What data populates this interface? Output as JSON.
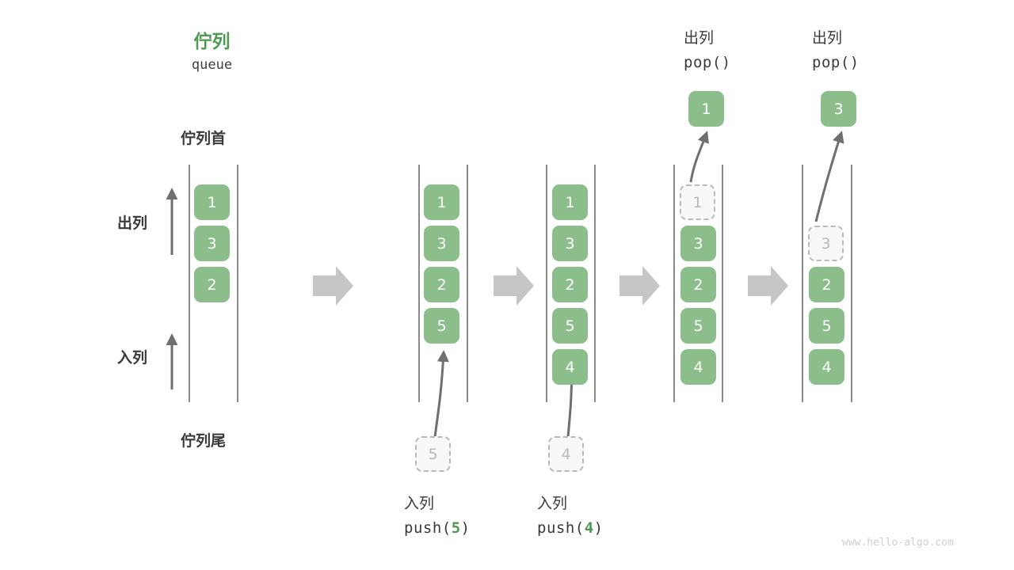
{
  "title": {
    "zh": "佇列",
    "en": "queue"
  },
  "labels": {
    "head": "佇列首",
    "tail": "佇列尾",
    "dequeue": "出列",
    "enqueue": "入列"
  },
  "watermark": "www.hello-algo.com",
  "colors": {
    "accent_green": "#8cbe8c",
    "title_green": "#4e9a53",
    "ghost_gray": "#b9b9b9",
    "arrow_gray": "#808080",
    "block_arrow": "#c6c6c6",
    "rail": "#4a4a4a"
  },
  "stages": [
    {
      "id": "initial",
      "caption_zh": "",
      "caption_code": "",
      "cells": [
        "1",
        "3",
        "2"
      ],
      "ghost_top_index": -1
    },
    {
      "id": "push-5",
      "caption_zh": "入列",
      "caption_code_prefix": "push(",
      "caption_code_value": "5",
      "caption_code_suffix": ")",
      "cells": [
        "1",
        "3",
        "2",
        "5"
      ],
      "incoming_ghost": "5"
    },
    {
      "id": "push-4",
      "caption_zh": "入列",
      "caption_code_prefix": "push(",
      "caption_code_value": "4",
      "caption_code_suffix": ")",
      "cells": [
        "1",
        "3",
        "2",
        "5",
        "4"
      ],
      "incoming_ghost": "4"
    },
    {
      "id": "pop-1",
      "caption_zh": "出列",
      "caption_code": "pop()",
      "popped": "1",
      "ghost_cell": "1",
      "cells": [
        "3",
        "2",
        "5",
        "4"
      ]
    },
    {
      "id": "pop-3",
      "caption_zh": "出列",
      "caption_code": "pop()",
      "popped": "3",
      "ghost_cell": "3",
      "cells": [
        "2",
        "5",
        "4"
      ]
    }
  ]
}
